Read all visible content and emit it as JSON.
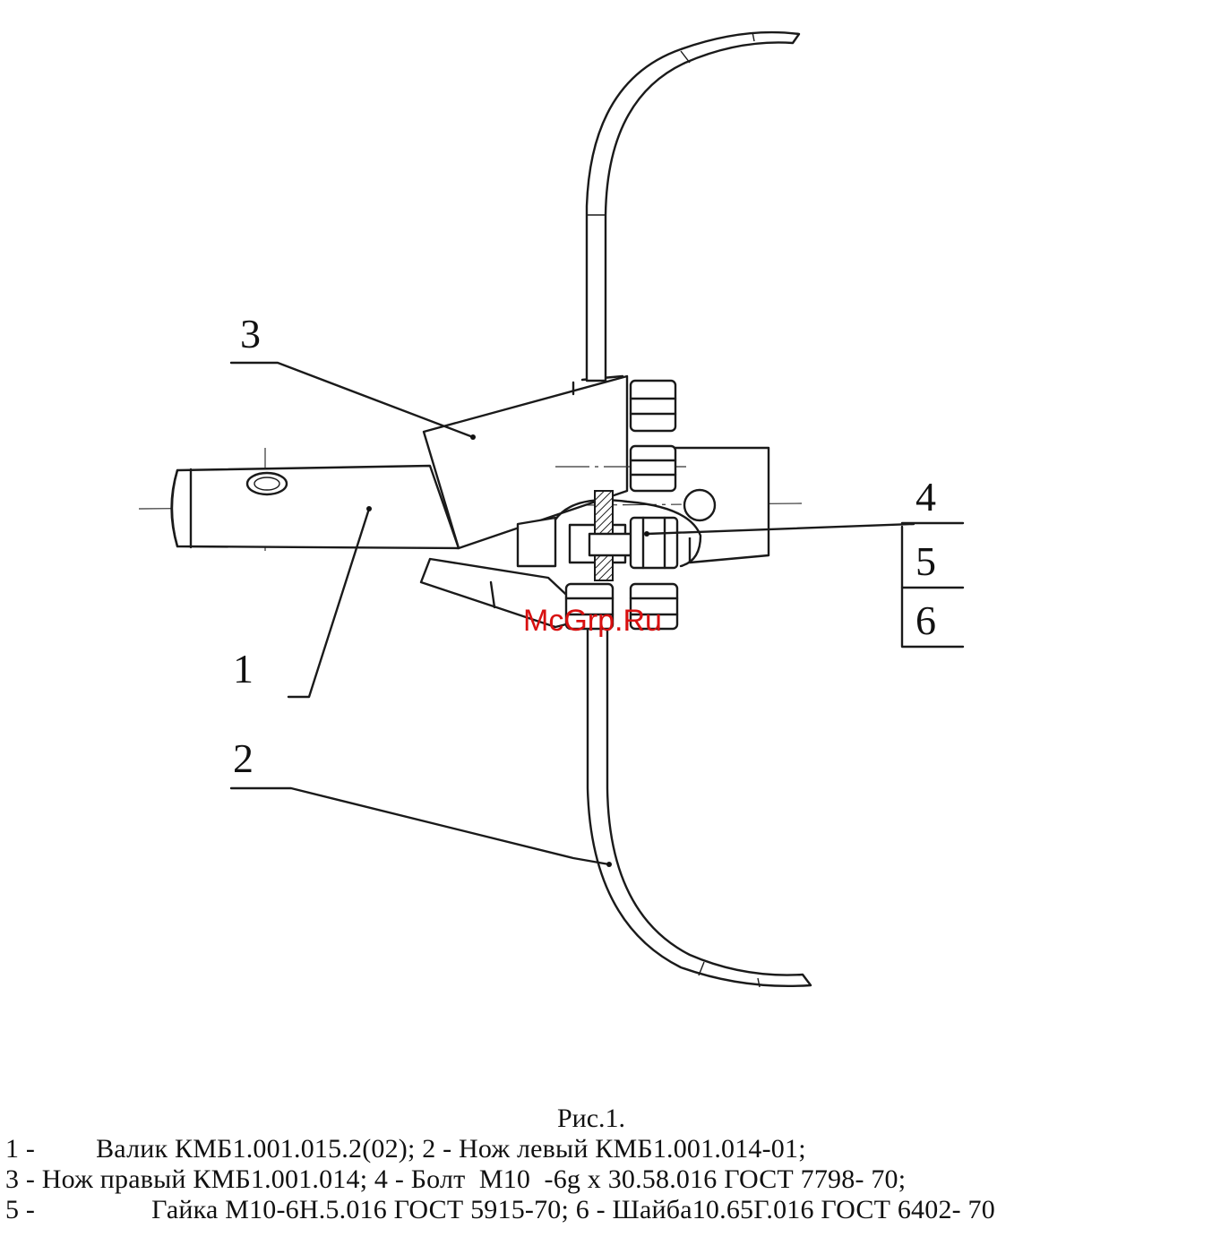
{
  "figure": {
    "watermark": "McGrp.Ru",
    "callouts": {
      "c1": "1",
      "c2": "2",
      "c3": "3",
      "c4": "4",
      "c5": "5",
      "c6": "6"
    }
  },
  "caption": {
    "title": "Рис.1.",
    "line1_num": "1 -",
    "line1_text": "Валик КМБ1.001.015.2(02); 2 - Нож левый КМБ1.001.014-01;",
    "line2": "3 - Нож правый КМБ1.001.014; 4 - Болт  М10  -6g х 30.58.016 ГОСТ 7798- 70;",
    "line3_num": "5 -",
    "line3_text": "Гайка М10-6Н.5.016 ГОСТ 5915-70; 6 - Шайба10.65Г.016 ГОСТ 6402- 70"
  }
}
